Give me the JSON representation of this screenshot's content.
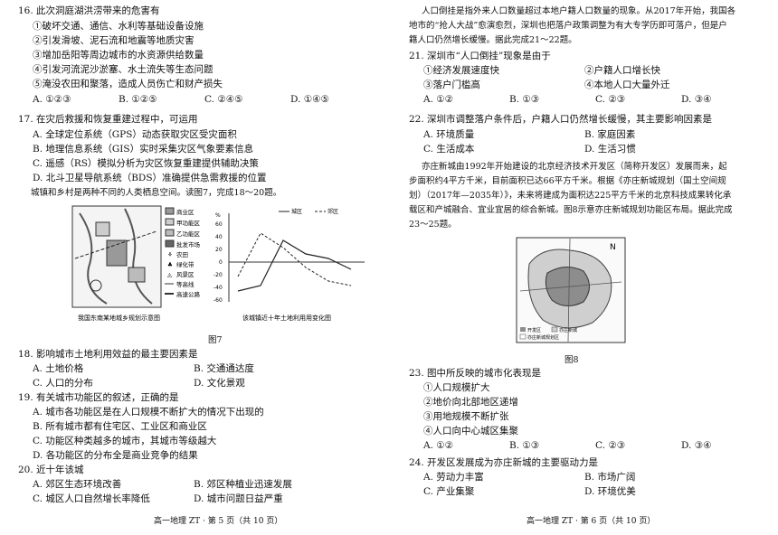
{
  "left": {
    "q16": {
      "stem": "16. 此次洞庭湖洪涝带来的危害有",
      "items": [
        "①破坏交通、通信、水利等基础设备设施",
        "②引发滑坡、泥石流和地震等地质灾害",
        "③增加岳阳等周边城市的水资源供给数量",
        "④引发河流泥沙淤塞、水土流失等生态问题",
        "⑤淹没农田和聚落，造成人员伤亡和财产损失"
      ],
      "options": [
        "A. ①②③",
        "B. ①②⑤",
        "C. ②④⑤",
        "D. ①④⑤"
      ]
    },
    "q17": {
      "stem": "17. 在灾后救援和恢复重建过程中，可运用",
      "options": [
        "A. 全球定位系统（GPS）动态获取灾区受灾面积",
        "B. 地理信息系统（GIS）实时采集灾区气象要素信息",
        "C. 遥感（RS）模拟分析为灾区恢复重建提供辅助决策",
        "D. 北斗卫星导航系统（BDS）准确提供急需救援的位置"
      ]
    },
    "intro18": "城镇和乡村是两种不同的人类栖息空间。读图7，完成18～20题。",
    "fig7": {
      "map_caption": "我国东南某地城乡规划示意图",
      "legend": [
        "商业区",
        "甲功能区",
        "乙功能区",
        "批发市场",
        "农田",
        "绿化带",
        "风景区",
        "等高线",
        "高速公路"
      ],
      "chart_caption": "该城镇近十年土地利用用变化图",
      "chart_legend": [
        "城区",
        "郊区"
      ],
      "y_ticks": [
        "60",
        "40",
        "20",
        "0",
        "-20",
        "-40",
        "-60"
      ],
      "y_unit": "%",
      "label": "图7"
    },
    "q18": {
      "stem": "18. 影响城市土地利用效益的最主要因素是",
      "options": [
        "A. 土地价格",
        "B. 交通通达度",
        "C. 人口的分布",
        "D. 文化景观"
      ]
    },
    "q19": {
      "stem": "19. 有关城市功能区的叙述，正确的是",
      "options": [
        "A. 城市各功能区是在人口规模不断扩大的情况下出现的",
        "B. 所有城市都有住宅区、工业区和商业区",
        "C. 功能区种类越多的城市，其城市等级越大",
        "D. 各功能区的分布全是商业竞争的结果"
      ]
    },
    "q20": {
      "stem": "20. 近十年该城",
      "options": [
        "A. 郊区生态环境改善",
        "B. 郊区种植业迅速发展",
        "C. 城区人口自然增长率降低",
        "D. 城市问题日益严重"
      ]
    },
    "footer": "高一地理 ZT · 第 5 页（共 10 页）"
  },
  "right": {
    "intro21": [
      "人口倒挂是指外来人口数量超过本地户籍人口数量的现象。从2017年开始，我国各",
      "地市的“抢人大战”愈演愈烈，深圳也把落户政策调整为有大专学历即可落户，但是户",
      "籍人口仍然增长缓慢。据此完成21～22题。"
    ],
    "q21": {
      "stem": "21. 深圳市“人口倒挂”现象是由于",
      "items": [
        "①经济发展速度快",
        "②户籍人口增长快",
        "③落户门槛高",
        "④本地人口大量外迁"
      ],
      "options": [
        "A. ①②",
        "B. ①③",
        "C. ②③",
        "D. ③④"
      ]
    },
    "q22": {
      "stem": "22. 深圳市调整落户条件后，户籍人口仍然增长缓慢，其主要影响因素是",
      "options": [
        "A. 环境质量",
        "B. 家庭因素",
        "C. 生活成本",
        "D. 生活习惯"
      ]
    },
    "intro23": [
      "亦庄新城由1992年开始建设的北京经济技术开发区（简称开发区）发展而来，起",
      "步面积约4平方千米，目前面积已达66平方千米。根据《亦庄新城规划（国土空间规",
      "划）（2017年—2035年）》，未来将建成为面积达225平方千米的北京科技成果转化承",
      "载区和产城融合、宜业宜居的综合新城。图8示意亦庄新城规划功能区布局。据此完成",
      "23～25题。"
    ],
    "fig8": {
      "label": "图8",
      "north": "N",
      "legend": [
        "开发区",
        "亦庄新城",
        "亦庄新城规划区"
      ]
    },
    "q23": {
      "stem": "23. 图中所反映的城市化表现是",
      "items": [
        "①人口规模扩大",
        "②地价向北部地区递增",
        "③用地规模不断扩张",
        "④人口向中心城区集聚"
      ],
      "options": [
        "A. ①②",
        "B. ①③",
        "C. ②③",
        "D. ③④"
      ]
    },
    "q24": {
      "stem": "24. 开发区发展成为亦庄新城的主要驱动力是",
      "options": [
        "A. 劳动力丰富",
        "B. 市场广阔",
        "C. 产业集聚",
        "D. 环境优美"
      ]
    },
    "footer": "高一地理 ZT · 第 6 页（共 10 页）"
  }
}
